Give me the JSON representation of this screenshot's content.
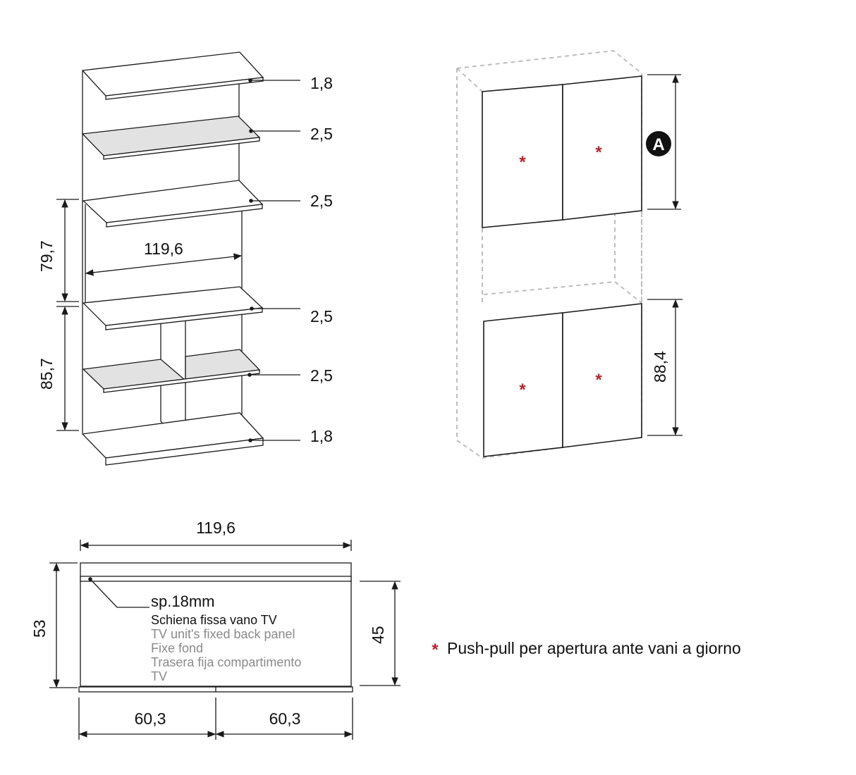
{
  "shelving_view": {
    "thickness_labels": [
      "1,8",
      "2,5",
      "2,5",
      "2,5",
      "2,5",
      "1,8"
    ],
    "height_upper": "79,7",
    "height_lower": "85,7",
    "inner_width": "119,6"
  },
  "cabinet_view": {
    "badge": "A",
    "height_lower": "88,4",
    "door_marker": "*"
  },
  "plan_view": {
    "total_width": "119,6",
    "depth_total": "53",
    "depth_inner": "45",
    "half_width_left": "60,3",
    "half_width_right": "60,3",
    "back_panel": {
      "thickness": "sp.18mm",
      "label_it": "Schiena fissa vano TV",
      "label_en": "TV unit's fixed back panel",
      "label_fr": "Fixe fond",
      "label_es_line1": "Trasera fija compartimento",
      "label_es_line2": "TV"
    }
  },
  "legend": {
    "marker": "*",
    "text": "Push-pull per apertura ante vani a giorno"
  },
  "colors": {
    "line": "#1a1a1a",
    "shelf_fill": "#e2e2e2",
    "dashed": "#bdbdbd",
    "marker": "#b3272d",
    "subtext": "#8a8a8a"
  }
}
